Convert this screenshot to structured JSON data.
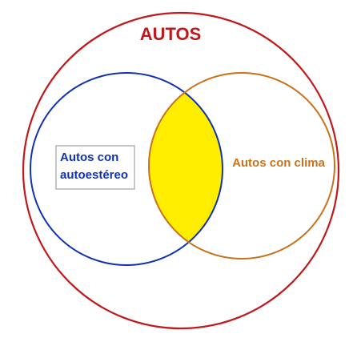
{
  "diagram": {
    "universe": {
      "label": "AUTOS",
      "color": "#c0181b"
    },
    "set_a": {
      "label_lines": [
        "Autos con",
        "autoestéreo"
      ],
      "color": "#1232b4"
    },
    "set_b": {
      "label": "Autos con clima",
      "color": "#c8731a"
    },
    "intersection": {
      "fill": "#ffee00"
    }
  }
}
